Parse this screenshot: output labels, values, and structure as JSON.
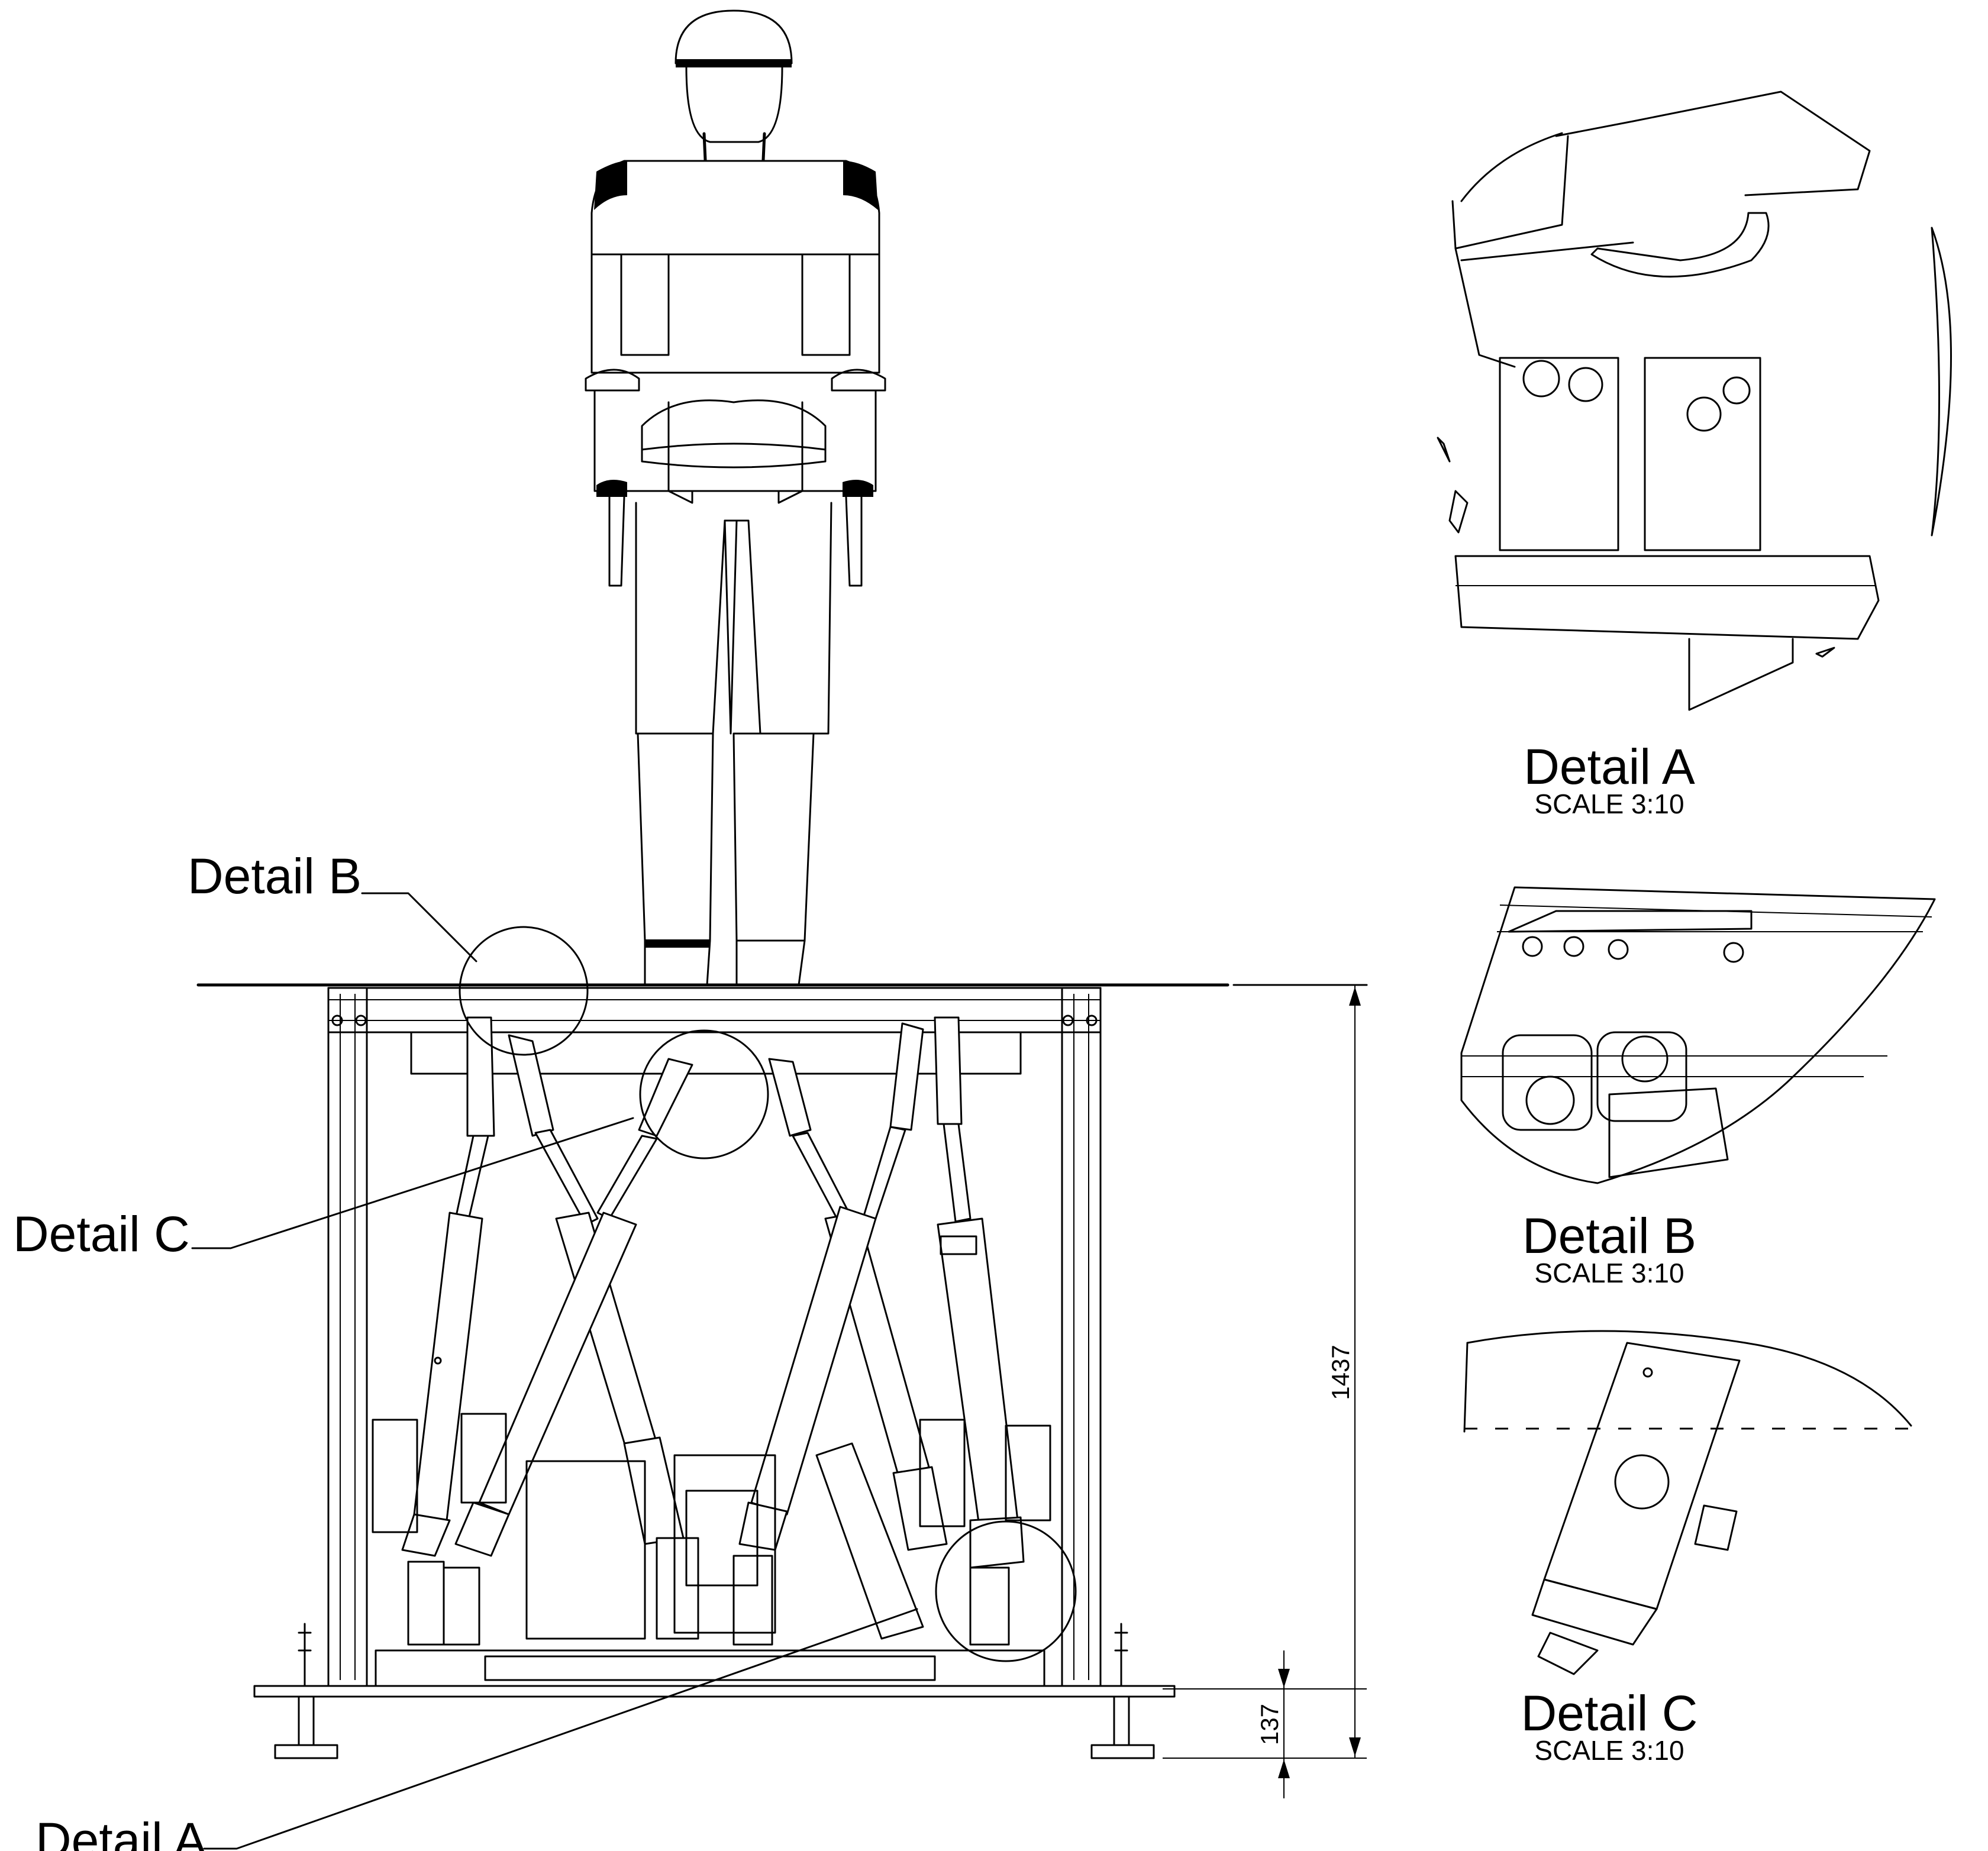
{
  "callouts": {
    "detail_a": "Detail A",
    "detail_b": "Detail B",
    "detail_c": "Detail C"
  },
  "details": [
    {
      "title": "Detail A",
      "scale": "SCALE 3:10"
    },
    {
      "title": "Detail B",
      "scale": "SCALE 3:10"
    },
    {
      "title": "Detail C",
      "scale": "SCALE 3:10"
    }
  ],
  "dimensions": {
    "total_height": "1437",
    "base_height": "137"
  }
}
